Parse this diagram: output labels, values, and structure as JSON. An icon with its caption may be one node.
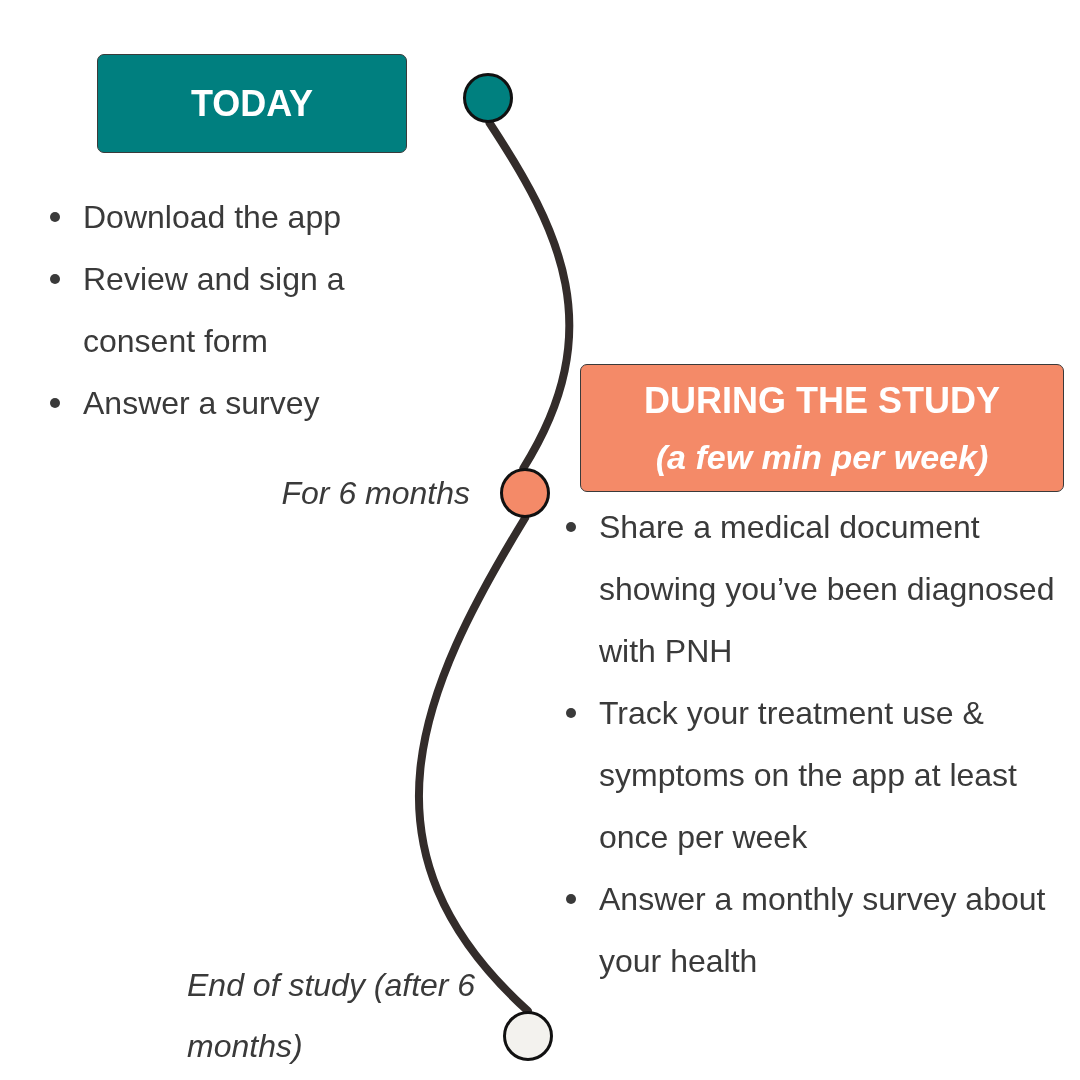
{
  "diagram": {
    "nodes": [
      {
        "text": [
          "TODAY"
        ]
      },
      {
        "text": [],
        "shape": "circle"
      },
      {
        "text": [],
        "shape": "circle",
        "beside": [
          "For 6 months"
        ]
      },
      {
        "text": [
          "DURING THE STUDY",
          "(a few min per week)"
        ]
      },
      {
        "text": [],
        "shape": "circle",
        "beside": [
          "End of study (after 6 months)"
        ]
      }
    ],
    "edges": [
      {
        "from": 1,
        "to": 2,
        "arrow": "none"
      },
      {
        "from": 2,
        "to": 4,
        "arrow": "none"
      }
    ],
    "labels": [
      "Download the app",
      "Review and sign a consent form",
      "Answer a survey",
      "Share a medical document showing you’ve been diagnosed with PNH",
      "Track your treatment use & symptoms on the app at least once per week",
      "Answer a monthly survey about your health"
    ]
  }
}
